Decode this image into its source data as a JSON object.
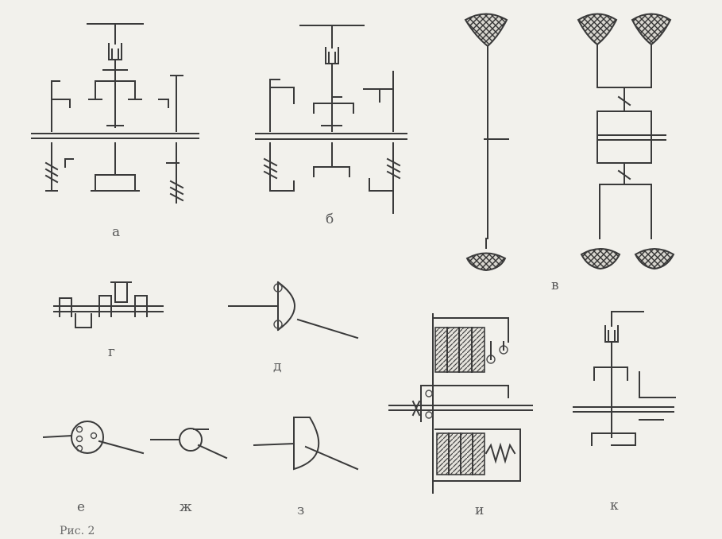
{
  "labels": {
    "a": "а",
    "b": "б",
    "v": "в",
    "g": "г",
    "d": "д",
    "e": "е",
    "zh": "ж",
    "z": "з",
    "i": "и",
    "k": "к"
  },
  "caption": "Рис. 2"
}
